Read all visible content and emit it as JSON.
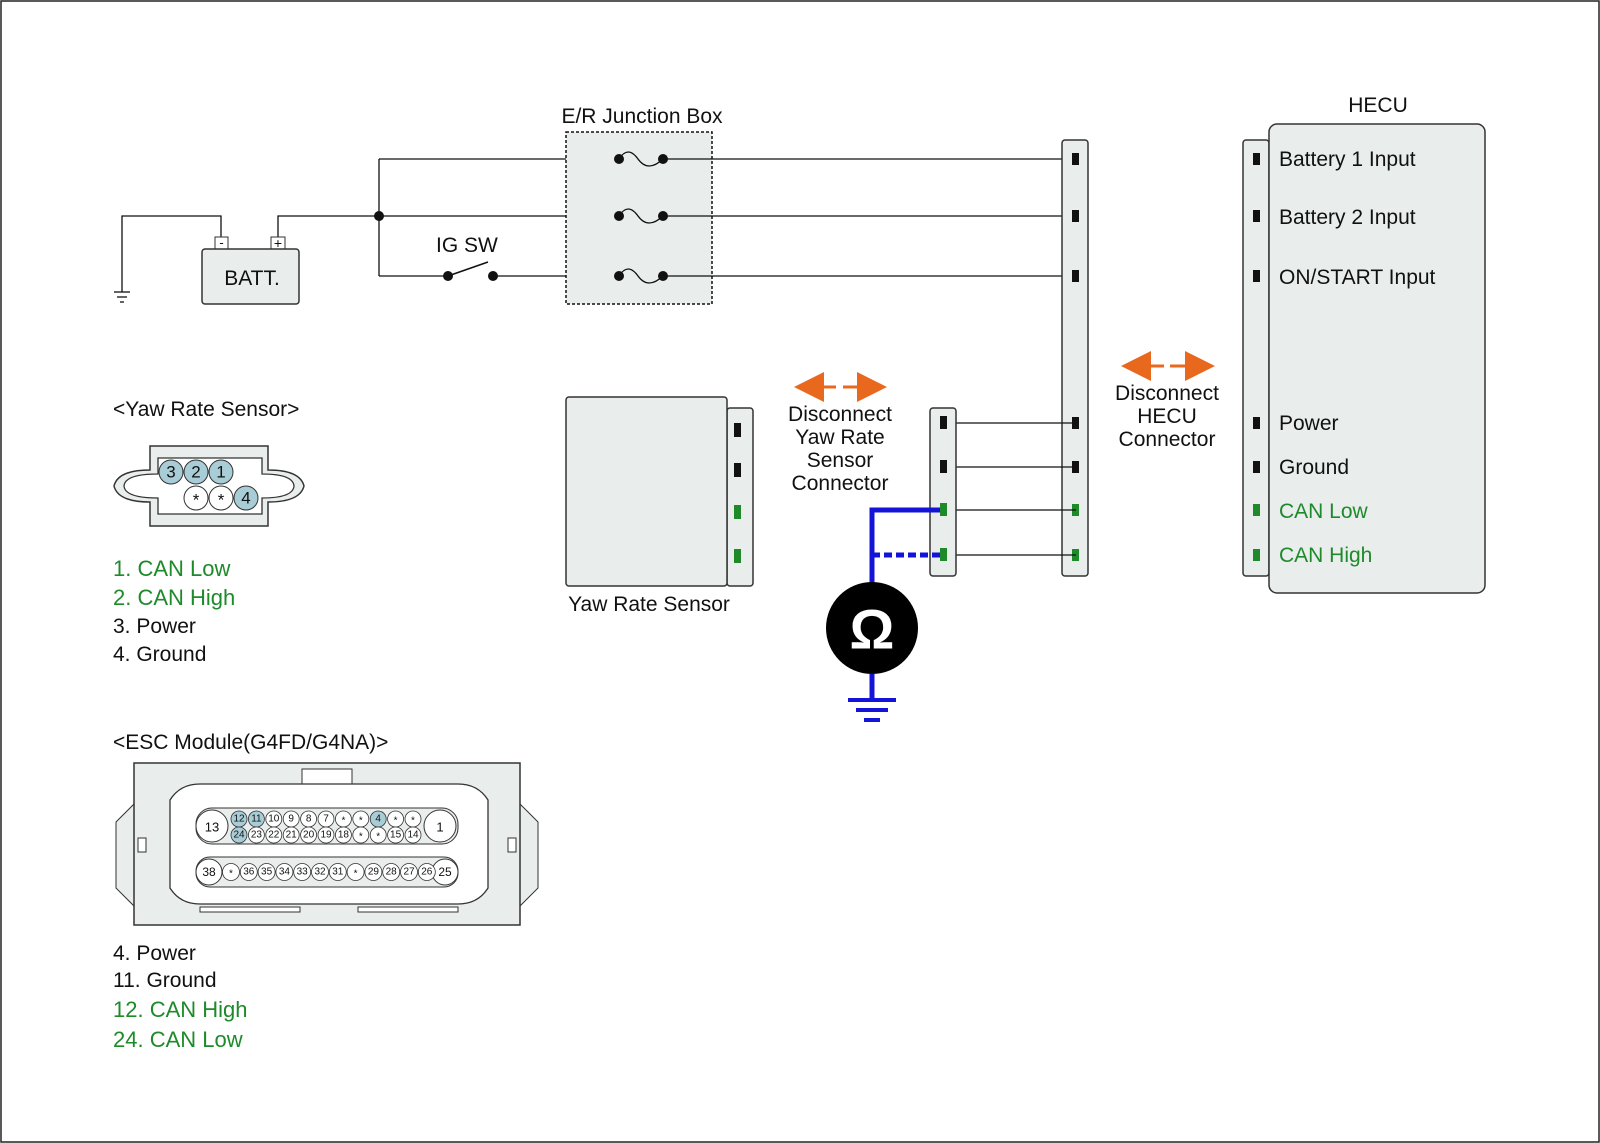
{
  "battery": {
    "label": "BATT.",
    "neg": "-",
    "pos": "+"
  },
  "junction_box": {
    "label": "E/R Junction Box"
  },
  "ig_switch": {
    "label": "IG SW"
  },
  "hecu": {
    "title": "HECU",
    "inputs": [
      {
        "label": "Battery 1 Input",
        "color": "#111111"
      },
      {
        "label": "Battery 2 Input",
        "color": "#111111"
      },
      {
        "label": "ON/START Input",
        "color": "#111111"
      },
      {
        "label": "Power",
        "color": "#111111"
      },
      {
        "label": "Ground",
        "color": "#111111"
      },
      {
        "label": "CAN Low",
        "color": "#1e8a2a"
      },
      {
        "label": "CAN High",
        "color": "#1e8a2a"
      }
    ]
  },
  "disconnect_hecu": {
    "lines": [
      "Disconnect",
      "HECU",
      "Connector"
    ]
  },
  "disconnect_yaw": {
    "lines": [
      "Disconnect",
      "Yaw Rate",
      "Sensor",
      "Connector"
    ]
  },
  "yaw_sensor_box": {
    "label": "Yaw Rate Sensor"
  },
  "ohmmeter": {
    "symbol": "Ω"
  },
  "yaw_connector": {
    "title": "<Yaw Rate Sensor>",
    "top_pins": [
      "3",
      "2",
      "1"
    ],
    "bottom_pins": [
      "*",
      "*",
      "4"
    ],
    "legend": [
      {
        "text": "1. CAN Low",
        "color": "#1e8a2a"
      },
      {
        "text": "2. CAN High",
        "color": "#1e8a2a"
      },
      {
        "text": "3. Power",
        "color": "#111111"
      },
      {
        "text": "4. Ground",
        "color": "#111111"
      }
    ]
  },
  "esc_module": {
    "title": "<ESC Module(G4FD/G4NA)>",
    "left_big": "13",
    "right_big": "1",
    "row1": [
      "12",
      "11",
      "10",
      "9",
      "8",
      "7",
      "*",
      "*",
      "4",
      "*",
      "*"
    ],
    "row2": [
      "24",
      "23",
      "22",
      "21",
      "20",
      "19",
      "18",
      "*",
      "*",
      "15",
      "14"
    ],
    "row3": [
      "*",
      "36",
      "35",
      "34",
      "33",
      "32",
      "31",
      "*",
      "29",
      "28",
      "27",
      "26"
    ],
    "row3_left": "38",
    "row3_right": "25",
    "highlight": [
      "12",
      "11",
      "4",
      "24"
    ],
    "legend": [
      {
        "text": "4. Power",
        "color": "#111111"
      },
      {
        "text": "11. Ground",
        "color": "#111111"
      },
      {
        "text": "12. CAN High",
        "color": "#1e8a2a"
      },
      {
        "text": "24. CAN Low",
        "color": "#1e8a2a"
      }
    ]
  },
  "colors": {
    "accent_orange": "#e8691e",
    "meter_wire": "#1414d8",
    "pin_green": "#1e8a2a",
    "pin_highlight": "#a9cdd6"
  }
}
